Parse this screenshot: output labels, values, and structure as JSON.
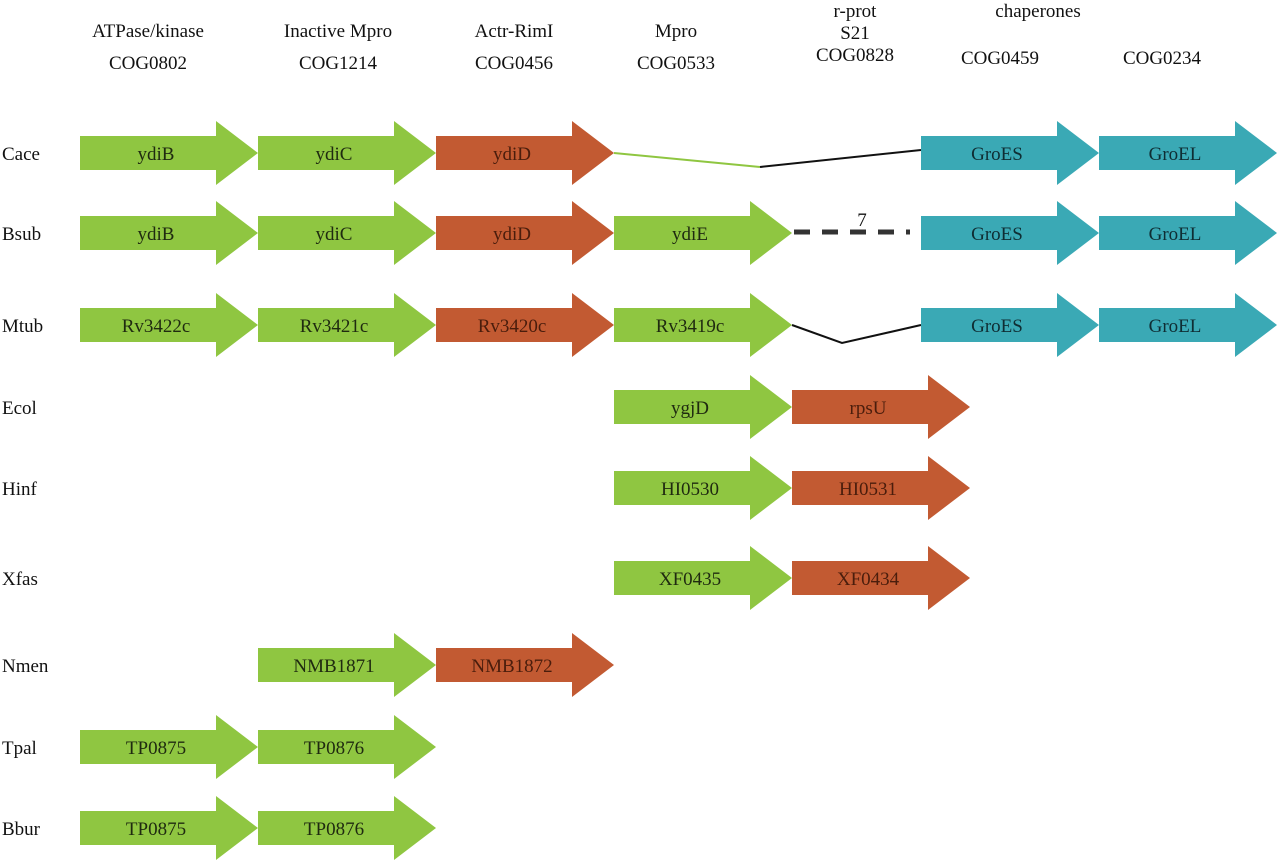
{
  "colors": {
    "green": "#8fc641",
    "orange": "#c25a32",
    "blue": "#3aa9b5",
    "green_line": "#8fc641",
    "black_line": "#111111"
  },
  "headers": [
    {
      "lines": [
        "ATPase/kinase",
        "COG0802"
      ]
    },
    {
      "lines": [
        "Inactive Mpro",
        "COG1214"
      ]
    },
    {
      "lines": [
        "Actr-RimI",
        "COG0456"
      ]
    },
    {
      "lines": [
        "Mpro",
        "COG0533"
      ]
    },
    {
      "lines": [
        "r-prot",
        "S21",
        "COG0828"
      ]
    },
    {
      "lines": [
        "chaperones"
      ]
    },
    {
      "lines": [
        "COG0459"
      ]
    },
    {
      "lines": [
        "COG0234"
      ]
    }
  ],
  "organisms": [
    {
      "name": "Cace",
      "genes": [
        {
          "col": 0,
          "label": "ydiB",
          "color": "green"
        },
        {
          "col": 1,
          "label": "ydiC",
          "color": "green"
        },
        {
          "col": 2,
          "label": "ydiD",
          "color": "orange"
        },
        {
          "col": 5,
          "label": "GroES",
          "color": "blue"
        },
        {
          "col": 6,
          "label": "GroEL",
          "color": "blue"
        }
      ],
      "connector": "split-line"
    },
    {
      "name": "Bsub",
      "genes": [
        {
          "col": 0,
          "label": "ydiB",
          "color": "green"
        },
        {
          "col": 1,
          "label": "ydiC",
          "color": "green"
        },
        {
          "col": 2,
          "label": "ydiD",
          "color": "orange"
        },
        {
          "col": 3,
          "label": "ydiE",
          "color": "green"
        },
        {
          "col": 5,
          "label": "GroES",
          "color": "blue"
        },
        {
          "col": 6,
          "label": "GroEL",
          "color": "blue"
        }
      ],
      "connector": "dashed",
      "gap_label": "7"
    },
    {
      "name": "Mtub",
      "genes": [
        {
          "col": 0,
          "label": "Rv3422c",
          "color": "green"
        },
        {
          "col": 1,
          "label": "Rv3421c",
          "color": "green"
        },
        {
          "col": 2,
          "label": "Rv3420c",
          "color": "orange"
        },
        {
          "col": 3,
          "label": "Rv3419c",
          "color": "green"
        },
        {
          "col": 5,
          "label": "GroES",
          "color": "blue"
        },
        {
          "col": 6,
          "label": "GroEL",
          "color": "blue"
        }
      ],
      "connector": "v-line"
    },
    {
      "name": "Ecol",
      "genes": [
        {
          "col": 3,
          "label": "ygjD",
          "color": "green"
        },
        {
          "col": 4,
          "label": "rpsU",
          "color": "orange"
        }
      ]
    },
    {
      "name": "Hinf",
      "genes": [
        {
          "col": 3,
          "label": "HI0530",
          "color": "green"
        },
        {
          "col": 4,
          "label": "HI0531",
          "color": "orange"
        }
      ]
    },
    {
      "name": "Xfas",
      "genes": [
        {
          "col": 3,
          "label": "XF0435",
          "color": "green"
        },
        {
          "col": 4,
          "label": "XF0434",
          "color": "orange"
        }
      ]
    },
    {
      "name": "Nmen",
      "genes": [
        {
          "col": 1,
          "label": "NMB1871",
          "color": "green"
        },
        {
          "col": 2,
          "label": "NMB1872",
          "color": "orange"
        }
      ]
    },
    {
      "name": "Tpal",
      "genes": [
        {
          "col": 0,
          "label": "TP0875",
          "color": "green"
        },
        {
          "col": 1,
          "label": "TP0876",
          "color": "green"
        }
      ]
    },
    {
      "name": "Bbur",
      "genes": [
        {
          "col": 0,
          "label": "TP0875",
          "color": "green"
        },
        {
          "col": 1,
          "label": "TP0876",
          "color": "green"
        }
      ]
    }
  ]
}
